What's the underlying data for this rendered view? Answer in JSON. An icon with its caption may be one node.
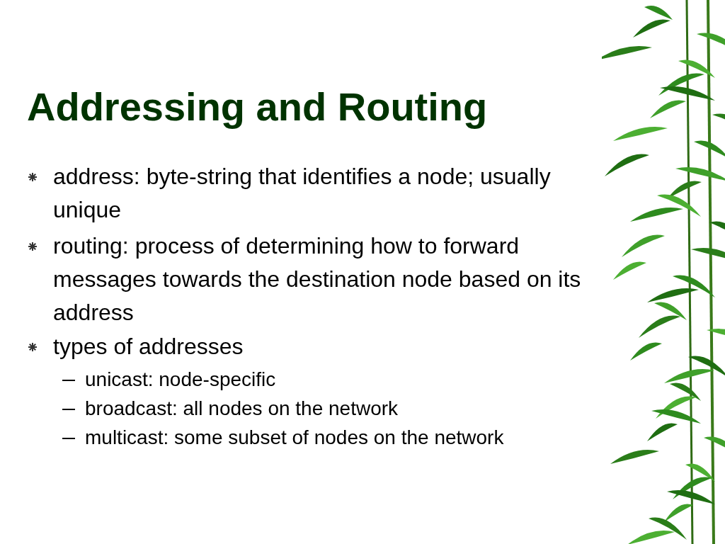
{
  "diagram": {
    "title": "Addressing and Routing",
    "labels": [
      "address: byte-string that identifies a node; usually unique",
      "routing: process of determining how to forward messages towards the destination node based on its address",
      "types of addresses",
      "unicast: node-specific",
      "broadcast: all nodes on the network",
      "multicast: some subset of nodes on the network"
    ]
  }
}
